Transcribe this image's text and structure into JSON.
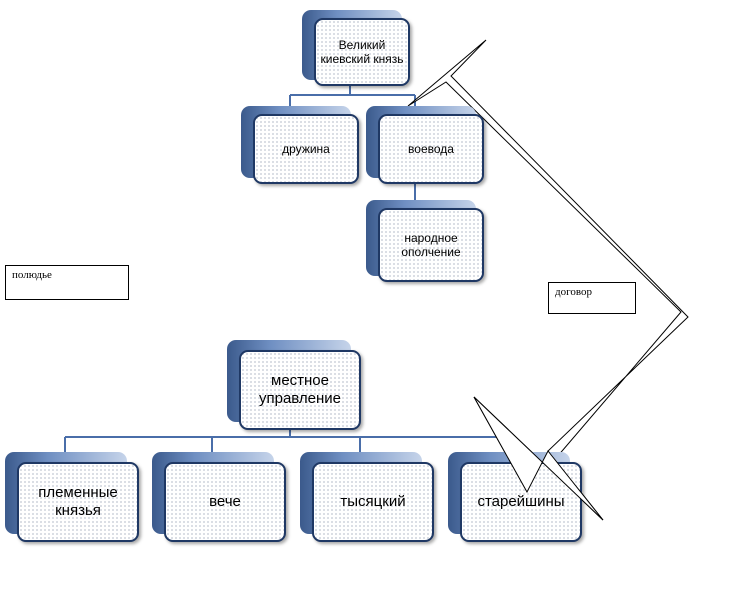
{
  "nodes": {
    "grand_prince": "Великий киевский князь",
    "druzhina": "дружина",
    "voevoda": "воевода",
    "militia": "народное ополчение",
    "local_gov": "местное управление",
    "tribal_princes": "племенные князья",
    "veche": "вече",
    "tysyatsky": "тысяцкий",
    "elders": "старейшины"
  },
  "labels": {
    "polyudye": "полюдье",
    "treaty": "договор"
  },
  "colors": {
    "box_border": "#1f3864",
    "connector": "#4a6ea9",
    "box_back_dark": "#3b5a8c"
  }
}
